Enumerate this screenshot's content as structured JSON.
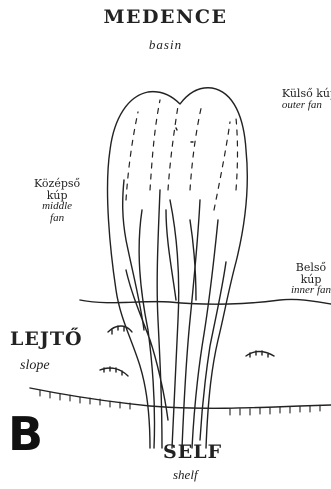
{
  "panel_letter": "B",
  "title": {
    "hu": "MEDENCE",
    "en": "basin"
  },
  "labels": {
    "outer_fan": {
      "hu": "Külső kúp",
      "en": "outer fan"
    },
    "middle_fan": {
      "hu": [
        "Középső",
        "kúp"
      ],
      "en": [
        "middle",
        "fan"
      ]
    },
    "inner_fan": {
      "hu": [
        "Belső",
        "kúp"
      ],
      "en": "inner fan"
    },
    "slope": {
      "hu": "LEJTŐ",
      "en": "slope"
    },
    "shelf": {
      "hu": "SELF",
      "en": "shelf"
    }
  },
  "colors": {
    "ink": "#222222",
    "background": "#ffffff"
  }
}
